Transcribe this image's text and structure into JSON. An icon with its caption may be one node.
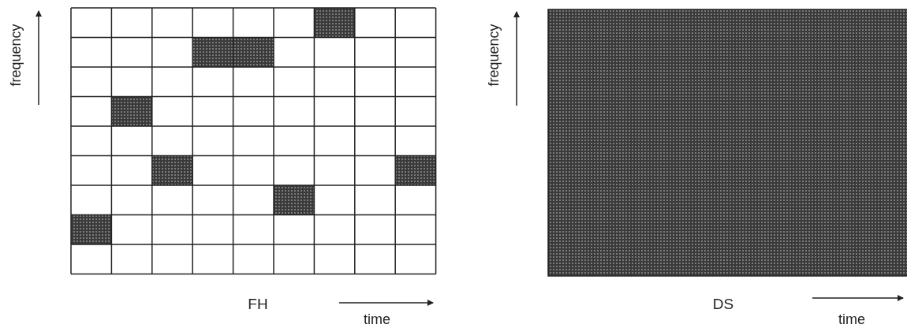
{
  "diagram": {
    "labels": [
      "frequency",
      "FH",
      "time",
      "frequency",
      "DS",
      "time"
    ]
  }
}
